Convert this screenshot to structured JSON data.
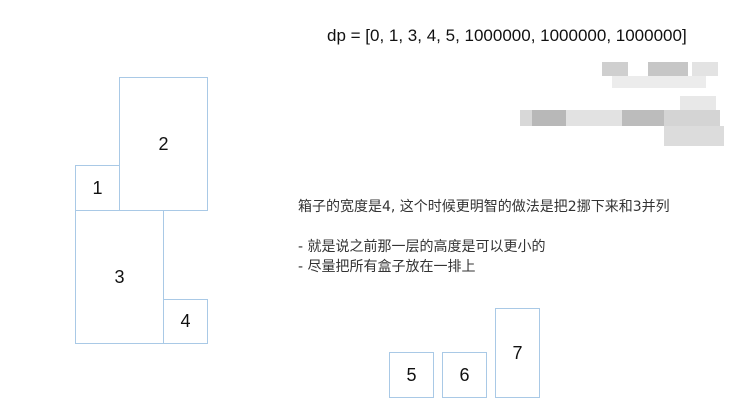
{
  "formula": "dp = [0, 1, 3, 4, 5, 1000000, 1000000, 1000000]",
  "left_boxes": {
    "b1": "1",
    "b2": "2",
    "b3": "3",
    "b4": "4"
  },
  "note": {
    "line1": "箱子的宽度是4, 这个时候更明智的做法是把2挪下来和3并列",
    "bullet1": "- 就是说之前那一层的高度是可以更小的",
    "bullet2": "- 尽量把所有盒子放在一排上"
  },
  "bottom_boxes": {
    "b5": "5",
    "b6": "6",
    "b7": "7"
  },
  "colors": {
    "box_border": "#a9c9e6",
    "text": "#333333"
  }
}
